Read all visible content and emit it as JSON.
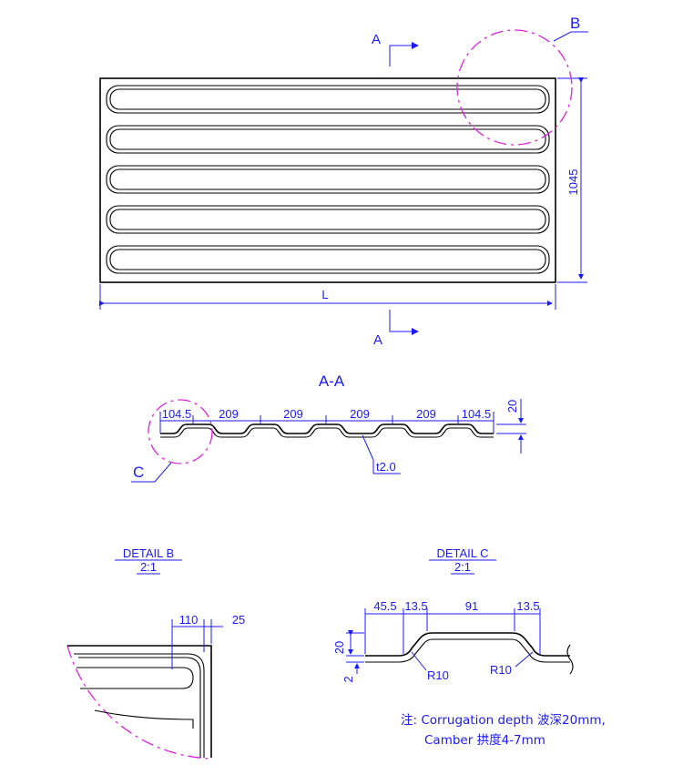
{
  "plan_view": {
    "length_label": "L",
    "height_label": "1045",
    "section_marker": "A",
    "detail_marker": "B"
  },
  "section_aa": {
    "title": "A-A",
    "pitch_labels": [
      "104.5",
      "209",
      "209",
      "209",
      "209",
      "104.5"
    ],
    "depth_label": "20",
    "thickness_label": "t2.0",
    "detail_marker": "C"
  },
  "detail_b": {
    "title": "DETAIL B",
    "scale": "2:1",
    "dim_a": "110",
    "dim_b": "25"
  },
  "detail_c": {
    "title": "DETAIL C",
    "scale": "2:1",
    "dims": [
      "45.5",
      "13.5",
      "91",
      "13.5"
    ],
    "depth_label": "20",
    "thickness_label": "2",
    "radius_left": "R10",
    "radius_right": "R10"
  },
  "note": {
    "line1": "注: Corrugation depth 波深20mm,",
    "line2": "Camber 拱度4-7mm"
  }
}
